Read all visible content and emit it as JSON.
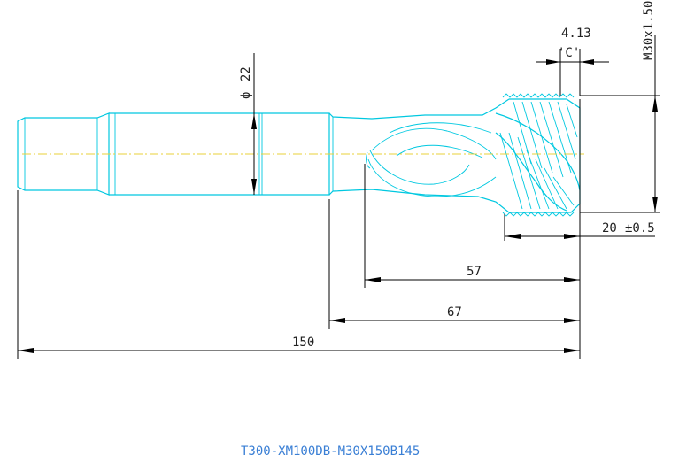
{
  "drawing": {
    "dimensions": {
      "overall_length": "150",
      "shank_to_tip": "67",
      "flute_length": "57",
      "thread_length": "20",
      "thread_tolerance": "±0.5",
      "shank_diameter_symbol": "ϕ",
      "shank_diameter": "22",
      "chamfer_label": "'C'",
      "chamfer_value": "4.13",
      "thread_size": "M30x1.50"
    },
    "part_number": "T300-XM100DB-M30X150B145"
  },
  "colors": {
    "outline": "#00c8e0",
    "centerline": "#e8d23a",
    "dimension": "#000000",
    "part_number": "#3a7fd5"
  }
}
